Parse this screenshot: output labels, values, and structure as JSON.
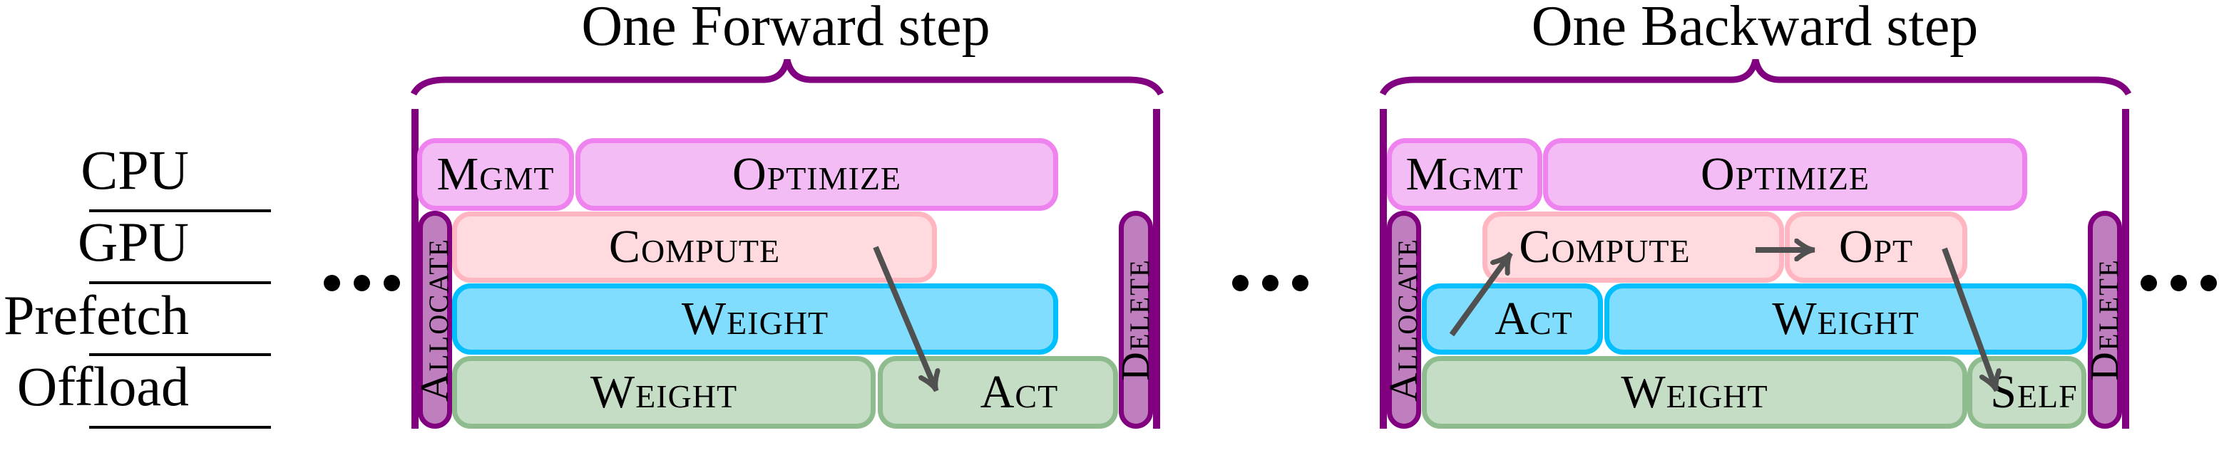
{
  "row_labels": [
    "CPU",
    "GPU",
    "Prefetch",
    "Offload"
  ],
  "colors": {
    "bracket": "#800080",
    "cpu_fill": "#f4bcf4",
    "cpu_border": "#ee82ee",
    "gpu_fill": "#ffdadf",
    "gpu_border": "#ffb6c1",
    "prefetch_fill": "#80ddfe",
    "prefetch_border": "#00bfff",
    "offload_fill": "#c5ddc5",
    "offload_border": "#8fbc8f",
    "alloc_delete_fill": "#bf7fbf",
    "arrow": "#505050"
  },
  "ellipsis": "…",
  "forward": {
    "title": "One Forward step",
    "allocate": "Allocate",
    "delete": "Delete",
    "cpu": [
      "Mgmt",
      "Optimize"
    ],
    "gpu": [
      "Compute"
    ],
    "prefetch": [
      "Weight"
    ],
    "offload": [
      "Weight",
      "Act"
    ],
    "arrows": [
      {
        "from": "Compute",
        "to": "Act (offload)"
      }
    ]
  },
  "backward": {
    "title": "One Backward step",
    "allocate": "Allocate",
    "delete": "Delete",
    "cpu": [
      "Mgmt",
      "Optimize"
    ],
    "gpu": [
      "Compute",
      "Opt"
    ],
    "prefetch": [
      "Act",
      "Weight"
    ],
    "offload": [
      "Weight",
      "Self"
    ],
    "arrows": [
      {
        "from": "Act (prefetch)",
        "to": "Compute"
      },
      {
        "from": "Compute",
        "to": "Opt"
      },
      {
        "from": "Opt",
        "to": "Self (offload)"
      }
    ]
  }
}
